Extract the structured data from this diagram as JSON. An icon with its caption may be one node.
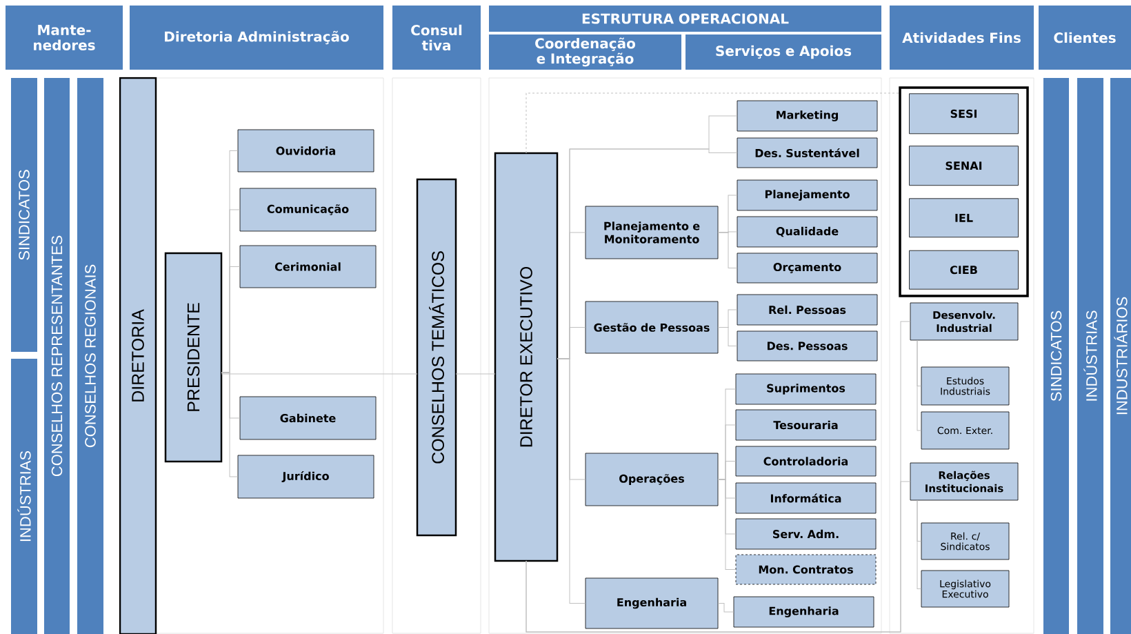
{
  "diagram": {
    "nodes": [
      {
        "text": [
          "Mante- nedores"
        ]
      },
      {
        "text": [
          "Diretoria Administração"
        ]
      },
      {
        "text": [
          "Consul tiva"
        ]
      },
      {
        "text": [
          "ESTRUTURA OPERACIONAL"
        ]
      },
      {
        "text": [
          "Coordenação e Integração"
        ]
      },
      {
        "text": [
          "Serviços e Apoios"
        ]
      },
      {
        "text": [
          "Atividades Fins"
        ]
      },
      {
        "text": [
          "Clientes"
        ]
      },
      {
        "text": [
          "SINDICATOS"
        ]
      },
      {
        "text": [
          "INDÚSTRIAS"
        ]
      },
      {
        "text": [
          "CONSELHOS REPRESENTANTES"
        ]
      },
      {
        "text": [
          "CONSELHOS REGIONAIS"
        ]
      },
      {
        "text": [
          "DIRETORIA"
        ]
      },
      {
        "text": [
          "PRESIDENTE"
        ]
      },
      {
        "text": [
          "Ouvidoria"
        ]
      },
      {
        "text": [
          "Comunicação"
        ]
      },
      {
        "text": [
          "Cerimonial"
        ]
      },
      {
        "text": [
          "Gabinete"
        ]
      },
      {
        "text": [
          "Jurídico"
        ]
      },
      {
        "text": [
          "CONSELHOS TEMÁTICOS"
        ]
      },
      {
        "text": [
          "DIRETOR EXECUTIVO"
        ]
      },
      {
        "text": [
          "Marketing"
        ]
      },
      {
        "text": [
          "Des. Sustentável"
        ]
      },
      {
        "text": [
          "Planejamento e Monitoramento"
        ]
      },
      {
        "text": [
          "Planejamento"
        ]
      },
      {
        "text": [
          "Qualidade"
        ]
      },
      {
        "text": [
          "Orçamento"
        ]
      },
      {
        "text": [
          "Gestão de Pessoas"
        ]
      },
      {
        "text": [
          "Rel. Pessoas"
        ]
      },
      {
        "text": [
          "Des. Pessoas"
        ]
      },
      {
        "text": [
          "Suprimentos"
        ]
      },
      {
        "text": [
          "Tesouraria"
        ]
      },
      {
        "text": [
          "Controladoria"
        ]
      },
      {
        "text": [
          "Informática"
        ]
      },
      {
        "text": [
          "Serv. Adm."
        ]
      },
      {
        "text": [
          "Mon. Contratos"
        ]
      },
      {
        "text": [
          "Operações"
        ]
      },
      {
        "text": [
          "Engenharia"
        ]
      },
      {
        "text": [
          "Engenharia"
        ]
      },
      {
        "text": [],
        "shape": "box"
      },
      {
        "text": [
          "SESI"
        ],
        "in": 39
      },
      {
        "text": [
          "SENAI"
        ],
        "in": 39
      },
      {
        "text": [
          "IEL"
        ],
        "in": 39
      },
      {
        "text": [
          "CIEB"
        ],
        "in": 39
      },
      {
        "text": [
          "Desenvolv. Industrial"
        ]
      },
      {
        "text": [
          "Estudos Industriais"
        ]
      },
      {
        "text": [
          "Com. Exter."
        ]
      },
      {
        "text": [
          "Relações Institucionais"
        ]
      },
      {
        "text": [
          "Rel. c/ Sindicatos"
        ]
      },
      {
        "text": [
          "Legislativo Executivo"
        ]
      },
      {
        "text": [
          "SINDICATOS"
        ]
      },
      {
        "text": [
          "INDÚSTRIAS"
        ]
      },
      {
        "text": [
          "INDUSTRIÁRIOS"
        ]
      }
    ],
    "edges": [
      {
        "from": 13,
        "to": 14,
        "arrow": "none"
      },
      {
        "from": 13,
        "to": 15,
        "arrow": "none"
      },
      {
        "from": 13,
        "to": 16,
        "arrow": "none"
      },
      {
        "from": 13,
        "to": 17,
        "arrow": "none"
      },
      {
        "from": 13,
        "to": 18,
        "arrow": "none"
      },
      {
        "from": 13,
        "to": 19,
        "arrow": "none"
      },
      {
        "from": 19,
        "to": 20,
        "arrow": "none"
      },
      {
        "from": 20,
        "to": 21,
        "arrow": "none"
      },
      {
        "from": 20,
        "to": 22,
        "arrow": "none"
      },
      {
        "from": 20,
        "to": 23,
        "arrow": "none"
      },
      {
        "from": 20,
        "to": 27,
        "arrow": "none"
      },
      {
        "from": 20,
        "to": 36,
        "arrow": "none"
      },
      {
        "from": 20,
        "to": 37,
        "arrow": "none"
      },
      {
        "from": 20,
        "to": 39,
        "arrow": "none",
        "style": "dashed"
      },
      {
        "from": 20,
        "to": 44,
        "arrow": "none"
      },
      {
        "from": 20,
        "to": 47,
        "arrow": "none"
      },
      {
        "from": 23,
        "to": 24,
        "arrow": "none"
      },
      {
        "from": 23,
        "to": 25,
        "arrow": "none"
      },
      {
        "from": 23,
        "to": 26,
        "arrow": "none"
      },
      {
        "from": 27,
        "to": 28,
        "arrow": "none"
      },
      {
        "from": 27,
        "to": 29,
        "arrow": "none"
      },
      {
        "from": 36,
        "to": 30,
        "arrow": "none"
      },
      {
        "from": 36,
        "to": 31,
        "arrow": "none"
      },
      {
        "from": 36,
        "to": 32,
        "arrow": "none"
      },
      {
        "from": 36,
        "to": 33,
        "arrow": "none"
      },
      {
        "from": 36,
        "to": 34,
        "arrow": "none"
      },
      {
        "from": 36,
        "to": 35,
        "arrow": "none"
      },
      {
        "from": 37,
        "to": 38,
        "arrow": "none"
      },
      {
        "from": 44,
        "to": 45,
        "arrow": "none"
      },
      {
        "from": 44,
        "to": 46,
        "arrow": "none"
      },
      {
        "from": 47,
        "to": 48,
        "arrow": "none"
      },
      {
        "from": 47,
        "to": 49,
        "arrow": "none"
      }
    ]
  }
}
